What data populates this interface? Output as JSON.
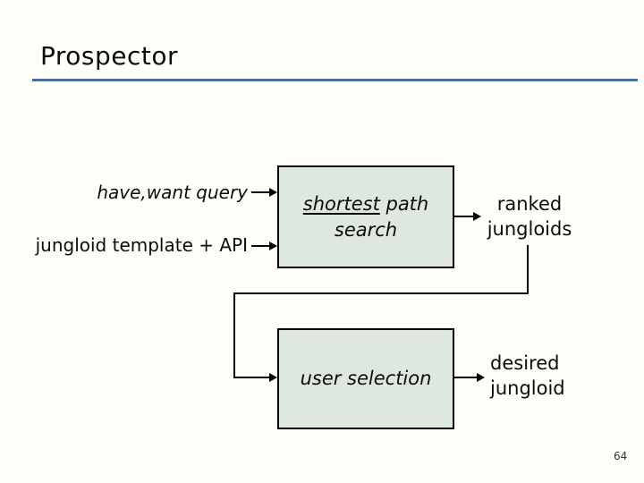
{
  "slide": {
    "title": "Prospector",
    "page_number": "64"
  },
  "colors": {
    "background": "#fffef9",
    "title_rule": "#4d6d9d",
    "box_fill": "#dfe8df",
    "box_border": "#000000",
    "connector": "#000000"
  },
  "diagram": {
    "input1": "have,want query",
    "input2": "jungloid template + API",
    "box1": {
      "line1_underlined": "shortest",
      "line1_rest": " path",
      "line2": "search"
    },
    "box2": {
      "label": "user selection"
    },
    "output1": {
      "line1": "ranked",
      "line2": "jungloids"
    },
    "output2": {
      "line1": "desired",
      "line2": "jungloid"
    }
  }
}
